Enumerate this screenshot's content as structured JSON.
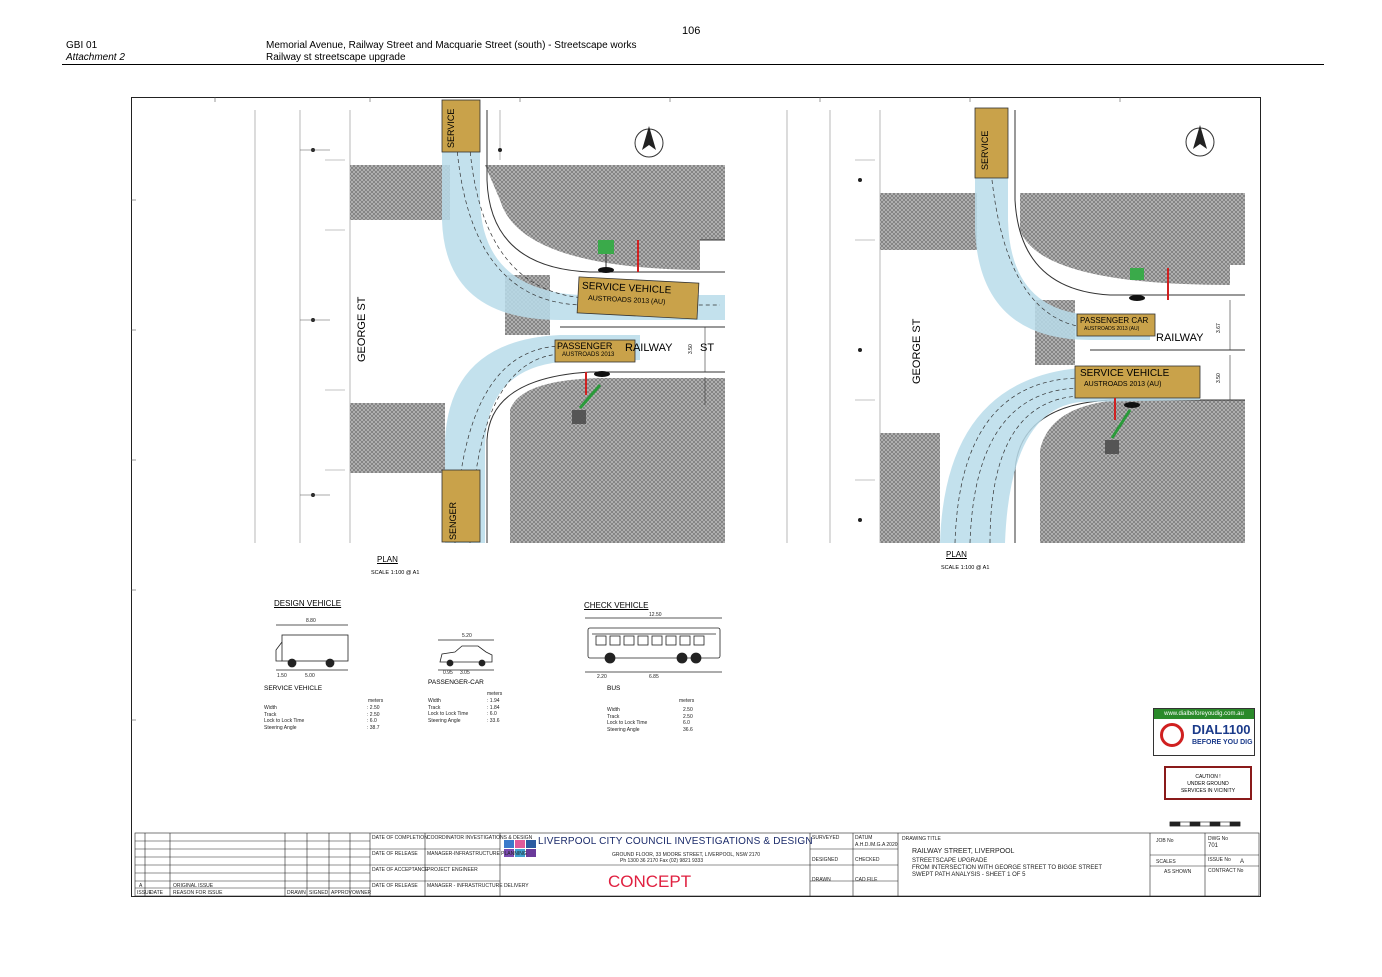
{
  "page_number": "106",
  "header": {
    "doc_id": "GBI 01",
    "attachment": "Attachment 2",
    "title_line1": "Memorial Avenue, Railway Street and Macquarie Street (south) - Streetscape works",
    "title_line2": "Railway st streetscape upgrade"
  },
  "plans": {
    "left": {
      "street_vertical": "GEORGE ST",
      "street_horizontal_1": "RAILWAY",
      "street_horizontal_2": "ST",
      "vehicle_label_1": "SERVICE VEHICLE",
      "vehicle_label_1_sub": "AUSTROADS 2013 (AU)",
      "vehicle_label_2": "PASSENGER",
      "vehicle_label_2_sub": "AUSTROADS 2013",
      "top_bar_label": "SERVICE",
      "bottom_bar_label": "SENGER",
      "dim_1": "3.50",
      "plan_title": "PLAN",
      "scale": "SCALE 1:100 @ A1"
    },
    "right": {
      "street_vertical": "GEORGE ST",
      "street_horizontal": "RAILWAY",
      "vehicle_label_1": "SERVICE VEHICLE",
      "vehicle_label_1_sub": "AUSTROADS 2013 (AU)",
      "vehicle_label_2": "PASSENGER CAR",
      "vehicle_label_2_sub": "AUSTROADS 2013 (AU)",
      "top_bar_label": "SERVICE",
      "dim_1": "3.67",
      "dim_2": "3.50",
      "plan_title": "PLAN",
      "scale": "SCALE 1:100 @ A1"
    }
  },
  "vehicles": {
    "design_title": "DESIGN VEHICLE",
    "check_title": "CHECK VEHICLE",
    "service": {
      "name": "SERVICE VEHICLE",
      "overall": "8.80",
      "front": "1.50",
      "wheelbase": "5.00",
      "specs": "Width\nTrack\nLock to Lock Time\nSteering Angle",
      "values": ": 2.50\n: 2.50\n: 6.0\n: 38.7"
    },
    "car": {
      "name": "PASSENGER-CAR",
      "overall": "5.20",
      "front": "0.95",
      "wheelbase": "3.05",
      "specs": "Width\nTrack\nLock to Lock Time\nSteering Angle",
      "values": ": 1.94\n: 1.84\n: 6.0\n: 33.6"
    },
    "bus": {
      "name": "BUS",
      "overall": "12.50",
      "front": "2.20",
      "wheelbase": "6.85",
      "specs": "Width\nTrack\nLock to Lock Time\nSteering Angle",
      "values": "2.50\n2.50\n6.0\n36.6"
    },
    "units": "meters"
  },
  "dial": {
    "site": "www.dialbeforeyoudig.com.au",
    "number": "DIAL1100",
    "sub": "BEFORE YOU DIG"
  },
  "caution": {
    "line1": "CAUTION !",
    "line2": "UNDER GROUND",
    "line3": "SERVICES IN VICINITY"
  },
  "title_block": {
    "council": "LIVERPOOL CITY COUNCIL INVESTIGATIONS & DESIGN",
    "address": "GROUND FLOOR, 33 MOORE STREET, LIVERPOOL, NSW 2170",
    "phone": "Ph 1300 36 2170    Fax (02) 9821 9333",
    "status": "CONCEPT",
    "date_of_completion": "DATE OF COMPLETION",
    "date_of_release": "DATE OF RELEASE",
    "date_of_acceptance": "DATE OF ACCEPTANCE",
    "coordinator": "COORDINATOR INVESTIGATIONS & DESIGN",
    "manager_planning": "MANAGER-INFRASTRUCTURE PLANNING",
    "project_engineer": "PROJECT ENGINEER",
    "manager_delivery": "MANAGER - INFRASTRUCTURE DELIVERY",
    "surveyed": "SURVEYED",
    "designed": "DESIGNED",
    "drawn": "DRAWN",
    "datum": "DATUM",
    "datum_value": "A.H.D./M.G.A 2020",
    "checked": "CHECKED",
    "cad_file": "CAD FILE",
    "drawing_title_label": "DRAWING TITLE",
    "drawing_title_1": "RAILWAY STREET, LIVERPOOL",
    "drawing_title_2": "STREETSCAPE UPGRADE",
    "drawing_title_3": "FROM INTERSECTION WITH GEORGE STREET TO BIGGE STREET",
    "drawing_title_4": "SWEPT PATH ANALYSIS - SHEET 1 OF 5",
    "job_no": "JOB No",
    "dwg_no": "DWG No",
    "dwg_value": "701",
    "issue_no": "ISSUE No",
    "issue_value": "A",
    "scales": "SCALES",
    "scales_value": "AS SHOWN",
    "contract_no": "CONTRACT No",
    "rev_issue": "ISSUE",
    "rev_date": "DATE",
    "rev_reason": "REASON FOR ISSUE",
    "rev_row_issue": "A",
    "rev_row_reason": "ORIGINAL ISSUE",
    "drawn_col": "DRAWN",
    "signed_col": "SIGNED",
    "approv_col": "APPROV",
    "owner_col": "OWNER"
  },
  "colors": {
    "swept_path": "#b8dcea",
    "hatch": "#9a9a9a",
    "vehicle_box": "#c9a24a",
    "concept": "#e02040",
    "council_text": "#1a2a6a"
  }
}
